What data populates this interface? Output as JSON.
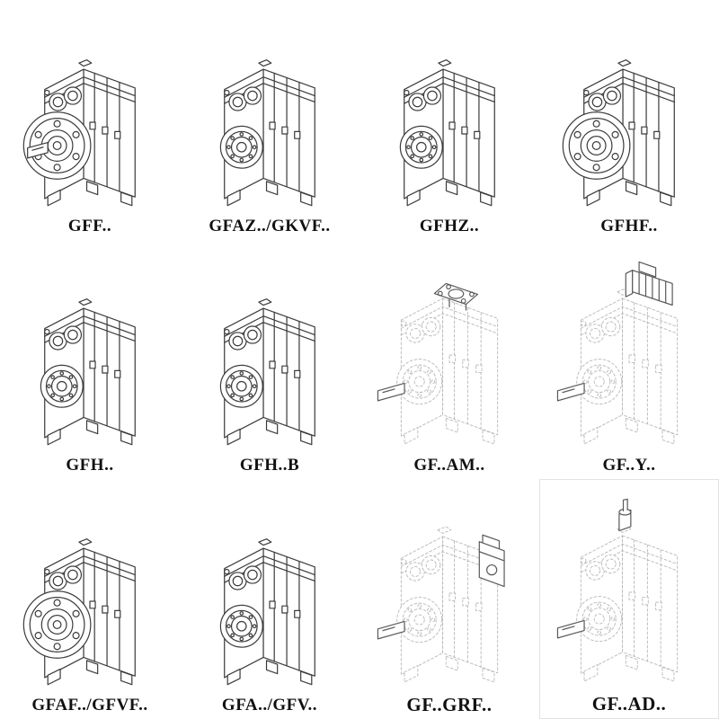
{
  "catalog": {
    "items": [
      {
        "label": "GFF..",
        "variant": "flange-with-shaft"
      },
      {
        "label": "GFAZ../GKVF..",
        "variant": "hollow-shaft"
      },
      {
        "label": "GFHZ..",
        "variant": "hollow-shaft"
      },
      {
        "label": "GFHF..",
        "variant": "flange"
      },
      {
        "label": "GFH..",
        "variant": "bearing"
      },
      {
        "label": "GFH..B",
        "variant": "bearing"
      },
      {
        "label": "GF..AM..",
        "variant": "ghost-top-flange"
      },
      {
        "label": "GF..Y..",
        "variant": "ghost-motor"
      },
      {
        "label": "GFAF../GFVF..",
        "variant": "flange"
      },
      {
        "label": "GFA../GFV..",
        "variant": "hollow-shaft"
      },
      {
        "label": "GF..GRF..",
        "variant": "ghost-adapter"
      },
      {
        "label": "GF..AD..",
        "variant": "ghost-input-shaft"
      }
    ]
  },
  "colors": {
    "line": "#3c3c3c",
    "ghost_line": "#b9b9b9",
    "background": "#ffffff"
  }
}
